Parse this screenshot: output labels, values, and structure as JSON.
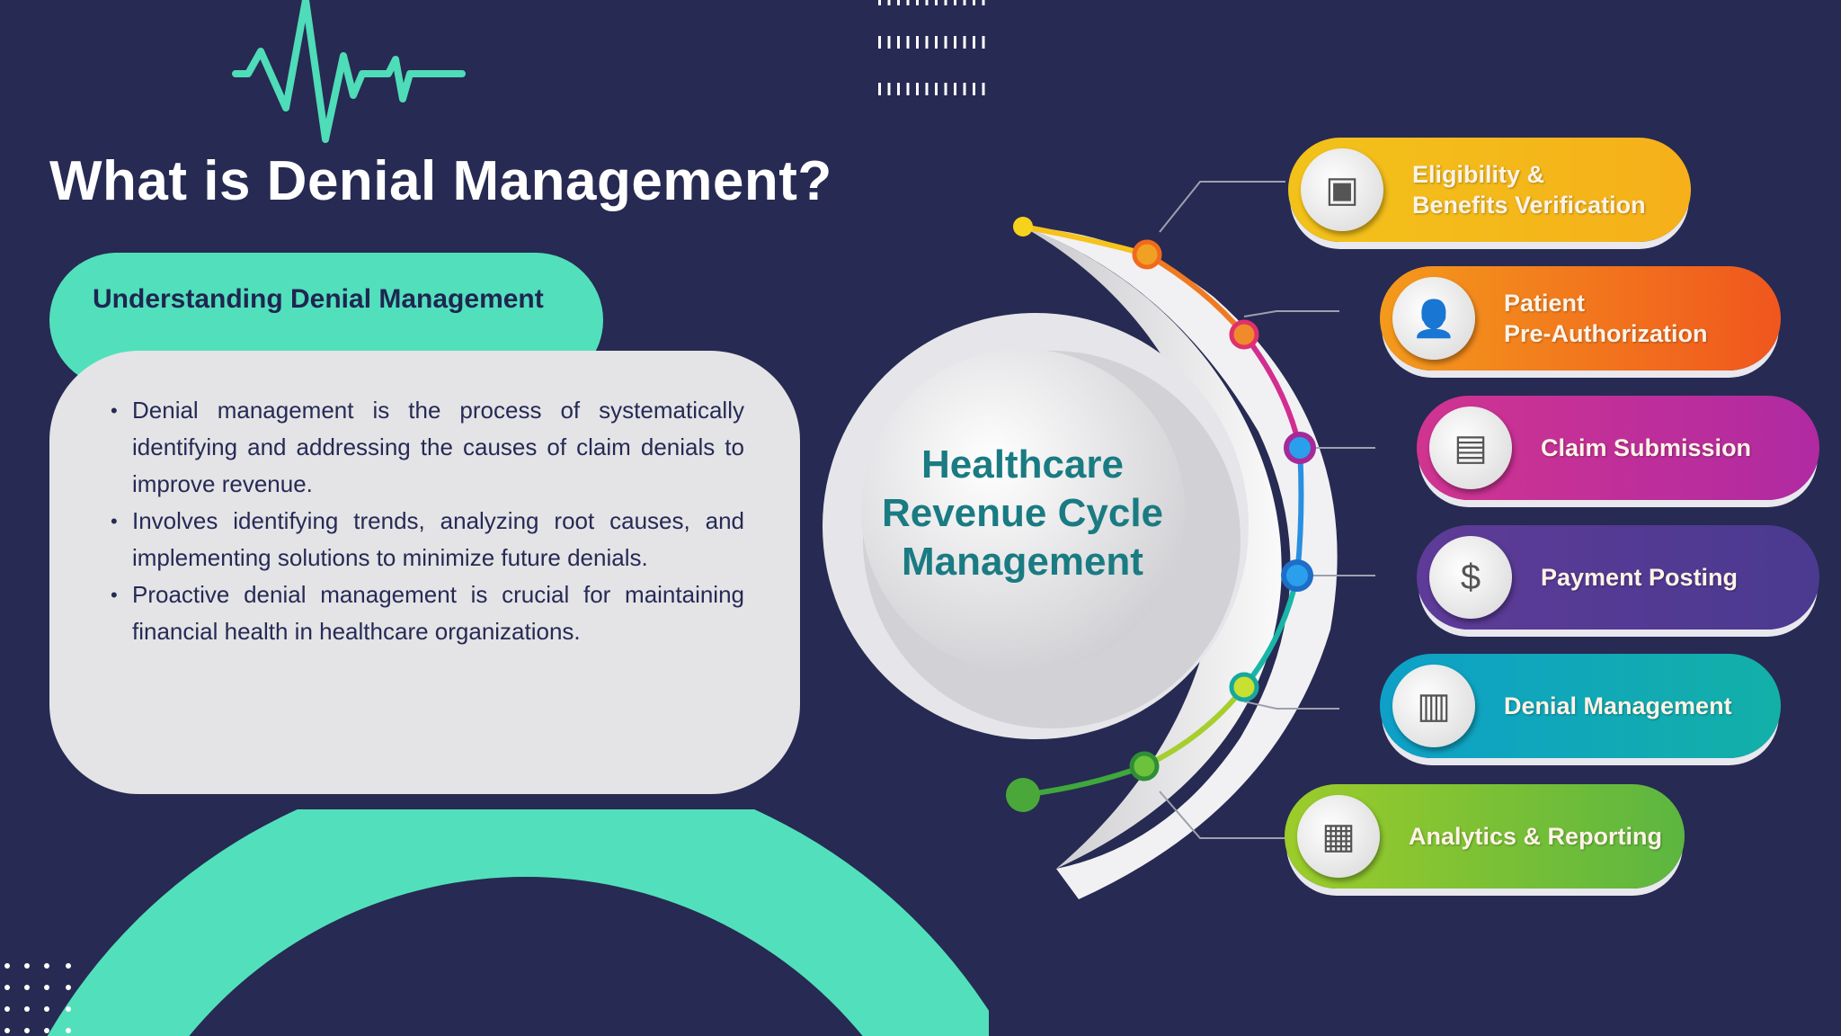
{
  "header": {
    "title": "What is Denial Management?"
  },
  "section": {
    "label": "Understanding Denial Management"
  },
  "bullets": [
    "Denial management is the process of systematically identifying and addressing the causes of claim denials to improve revenue.",
    "Involves identifying trends, analyzing root causes, and implementing solutions to minimize future denials.",
    "Proactive denial management is crucial for maintaining financial health in healthcare organizations."
  ],
  "hub": {
    "title": "Healthcare Revenue Cycle Management"
  },
  "stages": [
    {
      "label": "Eligibility &\nBenefits Verification",
      "icon": "id-card-icon",
      "color": "#f6b614"
    },
    {
      "label": "Patient\nPre-Authorization",
      "icon": "user-check-icon",
      "color": "#f2661f"
    },
    {
      "label": "Claim Submission",
      "icon": "document-icon",
      "color": "#c02c9e"
    },
    {
      "label": "Payment Posting",
      "icon": "camera-dollar-icon",
      "color": "#553b98"
    },
    {
      "label": "Denial Management",
      "icon": "monitor-user-icon",
      "color": "#11a6b9"
    },
    {
      "label": "Analytics & Reporting",
      "icon": "monitor-chart-icon",
      "color": "#7cc33a"
    }
  ],
  "colors": {
    "background": "#272a52",
    "accent": "#52e0bc",
    "card": "#e4e4e6"
  }
}
